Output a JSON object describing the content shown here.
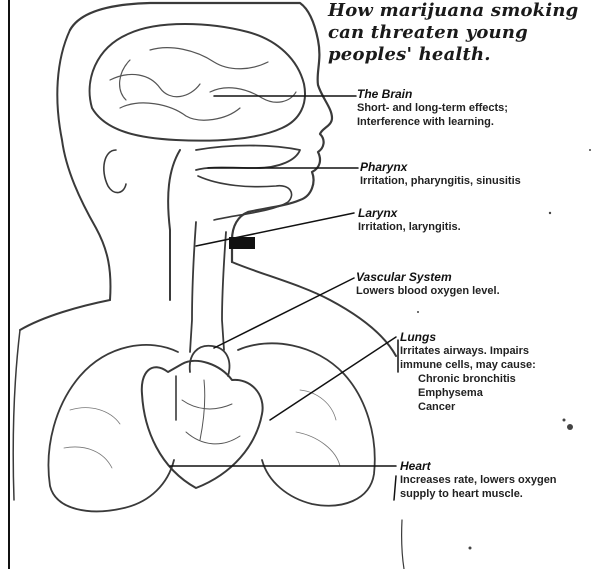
{
  "title_lines": [
    "How marijuana smoking",
    "can threaten young",
    "peoples' health."
  ],
  "callouts": {
    "brain": {
      "label": "The Brain",
      "lines": [
        "Short- and long-term effects;",
        "Interference with learning."
      ]
    },
    "pharynx": {
      "label": "Pharynx",
      "lines": [
        "Irritation, pharyngitis, sinusitis"
      ]
    },
    "larynx": {
      "label": "Larynx",
      "lines": [
        "Irritation, laryngitis."
      ]
    },
    "vascular": {
      "label": "Vascular System",
      "lines": [
        "Lowers blood oxygen level."
      ]
    },
    "lungs": {
      "label": "Lungs",
      "lines": [
        "Irritates airways. Impairs",
        "immune cells, may cause:"
      ],
      "conditions": [
        "Chronic bronchitis",
        "Emphysema",
        "Cancer"
      ]
    },
    "heart": {
      "label": "Heart",
      "lines": [
        "Increases rate, lowers oxygen",
        "supply to heart muscle."
      ]
    }
  }
}
